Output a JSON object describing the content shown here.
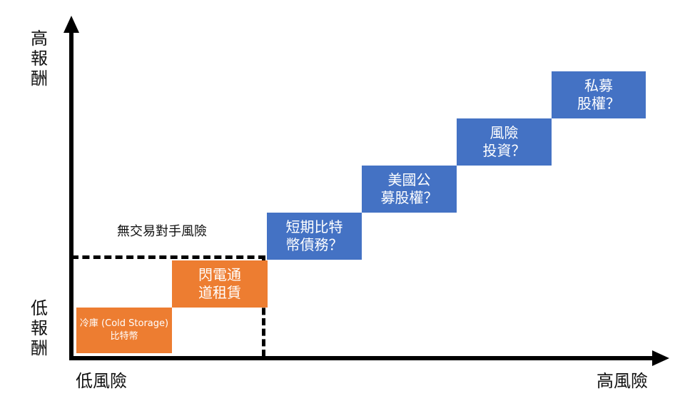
{
  "axes": {
    "y_high": [
      "高",
      "報",
      "酬"
    ],
    "y_low": [
      "低",
      "報",
      "酬"
    ],
    "x_low": "低風險",
    "x_high": "高風險"
  },
  "zone_label": "無交易對手風險",
  "steps": [
    {
      "lines": [
        "冷庫 (Cold Storage)",
        "比特幣"
      ],
      "color": "#ED7D31"
    },
    {
      "lines": [
        "閃電通",
        "道租賃"
      ],
      "color": "#ED7D31"
    },
    {
      "lines": [
        "短期比特",
        "幣債務？"
      ],
      "color": "#4472C4"
    },
    {
      "lines": [
        "美國公",
        "募股權？"
      ],
      "color": "#4472C4"
    },
    {
      "lines": [
        "風險",
        "投資？"
      ],
      "color": "#4472C4"
    },
    {
      "lines": [
        "私募",
        "股權？"
      ],
      "color": "#4472C4"
    }
  ]
}
